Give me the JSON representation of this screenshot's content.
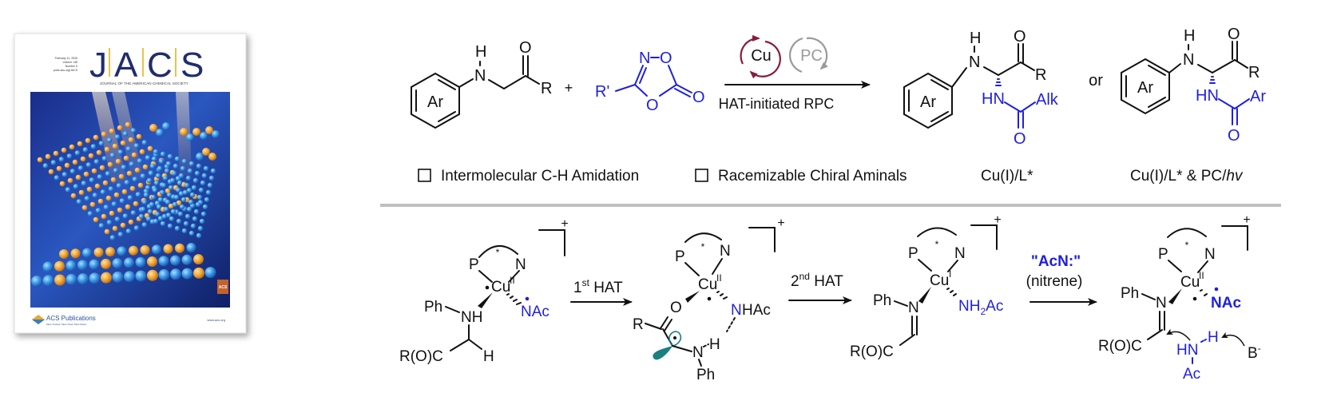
{
  "cover": {
    "journal_logo": "JACS",
    "journal_letters": [
      "J",
      "A",
      "C",
      "S"
    ],
    "journal_full_name": "JOURNAL OF THE AMERICAN CHEMICAL SOCIETY",
    "issue_lines": [
      "February 11, 2026",
      "Volume 148",
      "Number 5",
      "pubs.acs.org/JACS"
    ],
    "publisher": "ACS Publications",
    "publisher_tagline": "Most Trusted. Most Cited. Most Read.",
    "website": "www.acs.org",
    "badge": "ACS",
    "colors": {
      "navy": "#1f2d6e",
      "gold": "#e8c34a",
      "sphere_blue": "#3a8ee0",
      "sphere_orange": "#f0a535"
    }
  },
  "scheme": {
    "reactant1": {
      "ring_label": "Ar",
      "h": "H",
      "n": "N",
      "o": "O",
      "r": "R"
    },
    "plus": "+",
    "reactant2": {
      "n": "N",
      "o_ring_top": "O",
      "o_ring_bottom": "O",
      "o_exo": "O",
      "r_prime": "R'"
    },
    "catalysts": [
      {
        "label": "Cu",
        "color": "#8b1a3a"
      },
      {
        "label": "PC",
        "color": "#9a9a9a"
      }
    ],
    "arrow_label": "HAT-initiated RPC",
    "product1": {
      "ring_label": "Ar",
      "h": "H",
      "n": "N",
      "o": "O",
      "r": "R",
      "hn": "HN",
      "acyl": "Alk",
      "o_amide": "O",
      "condition": "Cu(I)/L*"
    },
    "or_label": "or",
    "product2": {
      "ring_label": "Ar",
      "h": "H",
      "n": "N",
      "o": "O",
      "r": "R",
      "hn": "HN",
      "acyl": "Ar",
      "o_amide": "O",
      "condition_prefix": "Cu(I)/L* & PC/",
      "condition_italic": "hv"
    },
    "features": [
      {
        "label": "Intermolecular C-H Amidation",
        "checked": false
      },
      {
        "label": "Racemizable Chiral Aminals",
        "checked": false
      }
    ]
  },
  "mechanism": {
    "complex1": {
      "p": "P",
      "n": "N",
      "star": "*",
      "cu": "Cu",
      "ox": "II",
      "charge": "+",
      "ph": "Ph",
      "nh": "NH",
      "nac": "NAc",
      "roc": "R(O)C",
      "h": "H"
    },
    "step1": {
      "label_main": "1",
      "label_sup": "st",
      "label_rest": " HAT"
    },
    "complex2": {
      "p": "P",
      "n": "N",
      "star": "*",
      "cu": "Cu",
      "ox": "II",
      "charge": "+",
      "o": "O",
      "r": "R",
      "n_blue": "N",
      "hac": "HAc",
      "h": "H",
      "n_amine": "N",
      "ph": "Ph"
    },
    "step2": {
      "label_main": "2",
      "label_sup": "nd",
      "label_rest": " HAT"
    },
    "complex3": {
      "p": "P",
      "n": "N",
      "star": "*",
      "cu": "Cu",
      "ox": "I",
      "charge": "+",
      "ph": "Ph",
      "n_imine": "N",
      "nh2ac_a": "NH",
      "nh2ac_sub": "2",
      "nh2ac_b": "Ac",
      "roc": "R(O)C"
    },
    "step3": {
      "label_top": "\"AcN:\"",
      "label_bottom": "(nitrene)"
    },
    "complex4": {
      "p": "P",
      "n": "N",
      "star": "*",
      "cu": "Cu",
      "ox": "II",
      "charge": "+",
      "ph": "Ph",
      "n_imine": "N",
      "nac": "NAc",
      "roc": "R(O)C",
      "hn": "HN",
      "h": "H",
      "ac": "Ac",
      "base": "B",
      "base_charge": "-"
    },
    "colors": {
      "nitrogen_blue": "#1f1fe0",
      "orbital_teal": "#1a8080",
      "cu_cycle": "#8b1a3a",
      "pc_cycle": "#9a9a9a",
      "divider": "#c0c0c0"
    }
  }
}
